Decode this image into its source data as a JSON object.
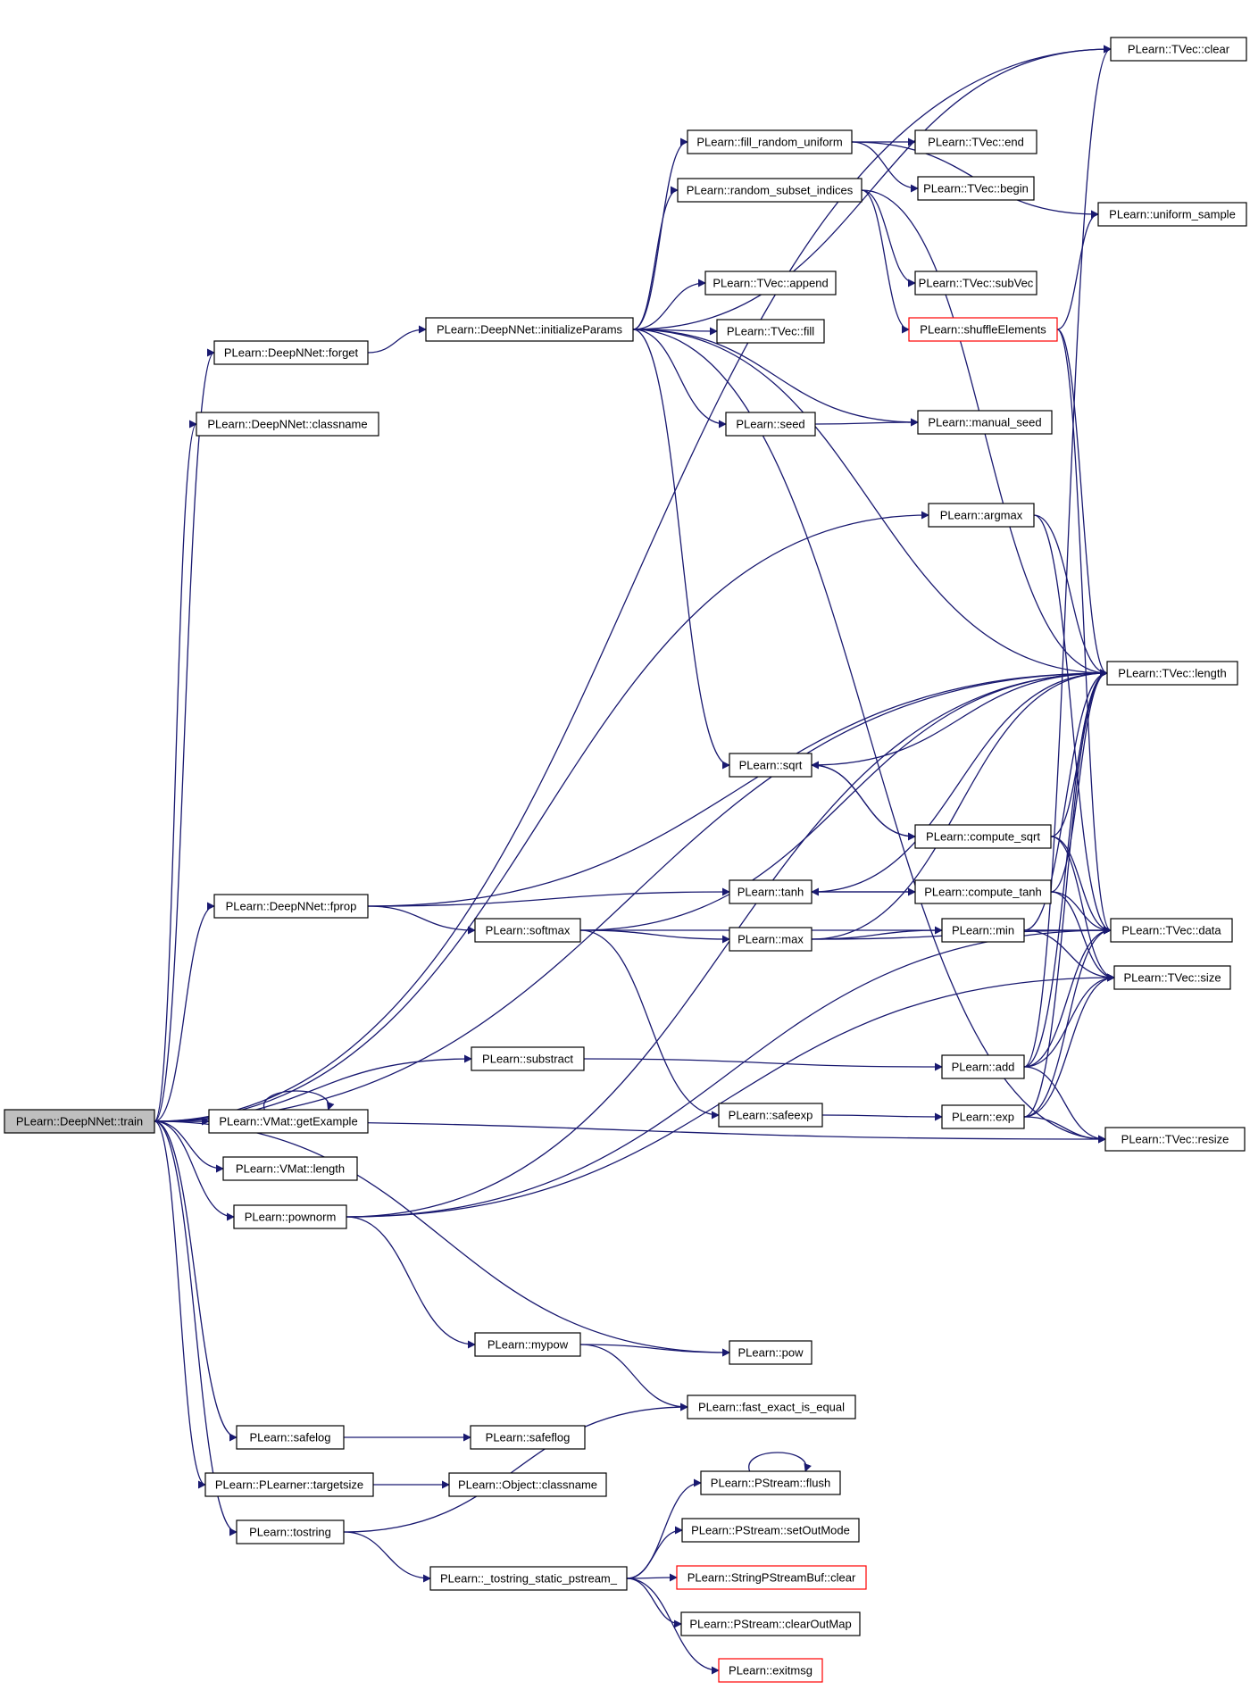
{
  "graph": {
    "nodes": [
      {
        "id": "train",
        "label": "PLearn::DeepNNet::train",
        "style": "root"
      },
      {
        "id": "forget",
        "label": "PLearn::DeepNNet::forget"
      },
      {
        "id": "classname",
        "label": "PLearn::DeepNNet::classname"
      },
      {
        "id": "fprop",
        "label": "PLearn::DeepNNet::fprop"
      },
      {
        "id": "substract",
        "label": "PLearn::substract"
      },
      {
        "id": "getExample",
        "label": "PLearn::VMat::getExample"
      },
      {
        "id": "vmatlength",
        "label": "PLearn::VMat::length"
      },
      {
        "id": "pownorm",
        "label": "PLearn::pownorm"
      },
      {
        "id": "safelog",
        "label": "PLearn::safelog"
      },
      {
        "id": "targetsize",
        "label": "PLearn::PLearner::targetsize"
      },
      {
        "id": "tostring",
        "label": "PLearn::tostring"
      },
      {
        "id": "initParams",
        "label": "PLearn::DeepNNet::initializeParams"
      },
      {
        "id": "softmax",
        "label": "PLearn::softmax"
      },
      {
        "id": "mypow",
        "label": "PLearn::mypow"
      },
      {
        "id": "safeflog",
        "label": "PLearn::safeflog"
      },
      {
        "id": "objclassname",
        "label": "PLearn::Object::classname"
      },
      {
        "id": "tostringstatic",
        "label": "PLearn::_tostring_static_pstream_"
      },
      {
        "id": "fillrand",
        "label": "PLearn::fill_random_uniform"
      },
      {
        "id": "randsubset",
        "label": "PLearn::random_subset_indices"
      },
      {
        "id": "append",
        "label": "PLearn::TVec::append"
      },
      {
        "id": "tvfill",
        "label": "PLearn::TVec::fill"
      },
      {
        "id": "seed",
        "label": "PLearn::seed"
      },
      {
        "id": "argmax",
        "label": "PLearn::argmax"
      },
      {
        "id": "sqrt",
        "label": "PLearn::sqrt"
      },
      {
        "id": "tanh",
        "label": "PLearn::tanh"
      },
      {
        "id": "max",
        "label": "PLearn::max"
      },
      {
        "id": "safeexp",
        "label": "PLearn::safeexp"
      },
      {
        "id": "pow",
        "label": "PLearn::pow"
      },
      {
        "id": "fasteq",
        "label": "PLearn::fast_exact_is_equal"
      },
      {
        "id": "flush",
        "label": "PLearn::PStream::flush"
      },
      {
        "id": "setoutmode",
        "label": "PLearn::PStream::setOutMode"
      },
      {
        "id": "sbufclear",
        "label": "PLearn::StringPStreamBuf::clear",
        "style": "red"
      },
      {
        "id": "clearoutmap",
        "label": "PLearn::PStream::clearOutMap"
      },
      {
        "id": "exitmsg",
        "label": "PLearn::exitmsg",
        "style": "red"
      },
      {
        "id": "tvend",
        "label": "PLearn::TVec::end"
      },
      {
        "id": "tvbegin",
        "label": "PLearn::TVec::begin"
      },
      {
        "id": "subvec",
        "label": "PLearn::TVec::subVec"
      },
      {
        "id": "shuffle",
        "label": "PLearn::shuffleElements",
        "style": "red"
      },
      {
        "id": "manualseed",
        "label": "PLearn::manual_seed"
      },
      {
        "id": "computesqrt",
        "label": "PLearn::compute_sqrt"
      },
      {
        "id": "computetanh",
        "label": "PLearn::compute_tanh"
      },
      {
        "id": "min",
        "label": "PLearn::min"
      },
      {
        "id": "add",
        "label": "PLearn::add"
      },
      {
        "id": "exp",
        "label": "PLearn::exp"
      },
      {
        "id": "tvclear",
        "label": "PLearn::TVec::clear"
      },
      {
        "id": "unisample",
        "label": "PLearn::uniform_sample"
      },
      {
        "id": "tvlength",
        "label": "PLearn::TVec::length"
      },
      {
        "id": "tvdata",
        "label": "PLearn::TVec::data"
      },
      {
        "id": "tvsize",
        "label": "PLearn::TVec::size"
      },
      {
        "id": "tvresize",
        "label": "PLearn::TVec::resize"
      }
    ],
    "edges": [
      [
        "train",
        "tvclear"
      ],
      [
        "train",
        "forget"
      ],
      [
        "train",
        "classname"
      ],
      [
        "train",
        "tvlength"
      ],
      [
        "train",
        "argmax"
      ],
      [
        "train",
        "fprop"
      ],
      [
        "train",
        "substract"
      ],
      [
        "train",
        "getExample"
      ],
      [
        "train",
        "vmatlength"
      ],
      [
        "train",
        "pownorm"
      ],
      [
        "train",
        "tvresize"
      ],
      [
        "train",
        "pow"
      ],
      [
        "train",
        "safelog"
      ],
      [
        "train",
        "targetsize"
      ],
      [
        "train",
        "tostring"
      ],
      [
        "forget",
        "initParams"
      ],
      [
        "fprop",
        "tvlength"
      ],
      [
        "fprop",
        "tanh"
      ],
      [
        "fprop",
        "softmax"
      ],
      [
        "substract",
        "add"
      ],
      [
        "pownorm",
        "tvlength"
      ],
      [
        "pownorm",
        "tvdata"
      ],
      [
        "pownorm",
        "tvsize"
      ],
      [
        "pownorm",
        "mypow"
      ],
      [
        "mypow",
        "pow"
      ],
      [
        "mypow",
        "fasteq"
      ],
      [
        "safelog",
        "safeflog"
      ],
      [
        "targetsize",
        "objclassname"
      ],
      [
        "tostring",
        "fasteq"
      ],
      [
        "tostring",
        "tostringstatic"
      ],
      [
        "tostringstatic",
        "flush"
      ],
      [
        "tostringstatic",
        "setoutmode"
      ],
      [
        "tostringstatic",
        "sbufclear"
      ],
      [
        "tostringstatic",
        "clearoutmap"
      ],
      [
        "tostringstatic",
        "exitmsg"
      ],
      [
        "initParams",
        "tvclear"
      ],
      [
        "initParams",
        "fillrand"
      ],
      [
        "initParams",
        "randsubset"
      ],
      [
        "initParams",
        "append"
      ],
      [
        "initParams",
        "tvfill"
      ],
      [
        "initParams",
        "seed"
      ],
      [
        "initParams",
        "manualseed"
      ],
      [
        "initParams",
        "sqrt"
      ],
      [
        "initParams",
        "tvresize"
      ],
      [
        "initParams",
        "tvlength"
      ],
      [
        "fillrand",
        "tvend"
      ],
      [
        "fillrand",
        "tvbegin"
      ],
      [
        "fillrand",
        "unisample"
      ],
      [
        "randsubset",
        "subvec"
      ],
      [
        "randsubset",
        "shuffle"
      ],
      [
        "randsubset",
        "tvlength"
      ],
      [
        "shuffle",
        "unisample"
      ],
      [
        "shuffle",
        "tvlength"
      ],
      [
        "shuffle",
        "tvdata"
      ],
      [
        "seed",
        "manualseed"
      ],
      [
        "argmax",
        "tvlength"
      ],
      [
        "argmax",
        "tvdata"
      ],
      [
        "softmax",
        "tvlength"
      ],
      [
        "softmax",
        "max"
      ],
      [
        "softmax",
        "safeexp"
      ],
      [
        "softmax",
        "tvdata"
      ],
      [
        "sqrt",
        "tvlength"
      ],
      [
        "sqrt",
        "computesqrt"
      ],
      [
        "computesqrt",
        "sqrt"
      ],
      [
        "computesqrt",
        "tvlength"
      ],
      [
        "computesqrt",
        "tvdata"
      ],
      [
        "computesqrt",
        "tvsize"
      ],
      [
        "tanh",
        "tvlength"
      ],
      [
        "tanh",
        "computetanh"
      ],
      [
        "computetanh",
        "tanh"
      ],
      [
        "computetanh",
        "tvlength"
      ],
      [
        "computetanh",
        "tvdata"
      ],
      [
        "computetanh",
        "tvsize"
      ],
      [
        "max",
        "tvlength"
      ],
      [
        "max",
        "min"
      ],
      [
        "max",
        "tvdata"
      ],
      [
        "min",
        "tvlength"
      ],
      [
        "min",
        "tvdata"
      ],
      [
        "min",
        "tvsize"
      ],
      [
        "add",
        "tvclear"
      ],
      [
        "add",
        "tvlength"
      ],
      [
        "add",
        "tvdata"
      ],
      [
        "add",
        "tvsize"
      ],
      [
        "add",
        "tvresize"
      ],
      [
        "safeexp",
        "exp"
      ],
      [
        "exp",
        "tvlength"
      ],
      [
        "exp",
        "tvdata"
      ],
      [
        "exp",
        "tvsize"
      ],
      [
        "exp",
        "tvresize"
      ],
      [
        "flush",
        "flush"
      ],
      [
        "getExample",
        "getExample"
      ]
    ]
  }
}
